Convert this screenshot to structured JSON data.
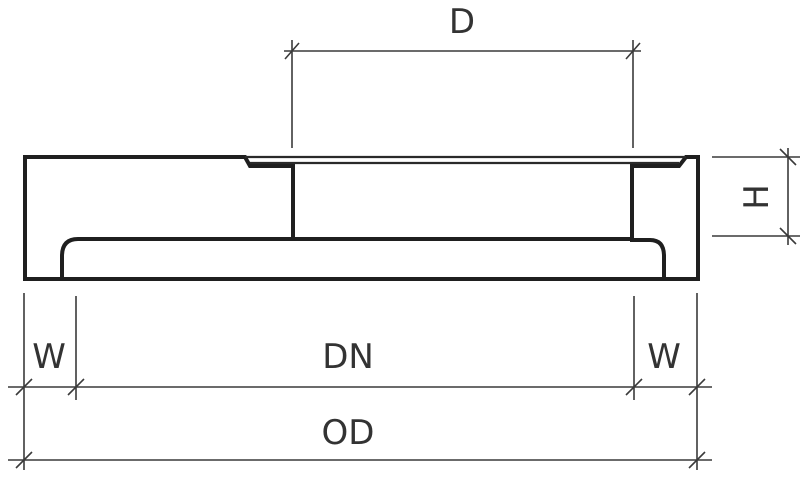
{
  "diagram": {
    "labels": {
      "top_diameter": "D",
      "height": "H",
      "wall_left": "W",
      "nominal_diameter": "DN",
      "wall_right": "W",
      "outer_diameter": "OD"
    },
    "colors": {
      "line": "#1f1f1f",
      "dimension": "#3a3a3a",
      "text": "#333333",
      "background": "#ffffff"
    }
  }
}
